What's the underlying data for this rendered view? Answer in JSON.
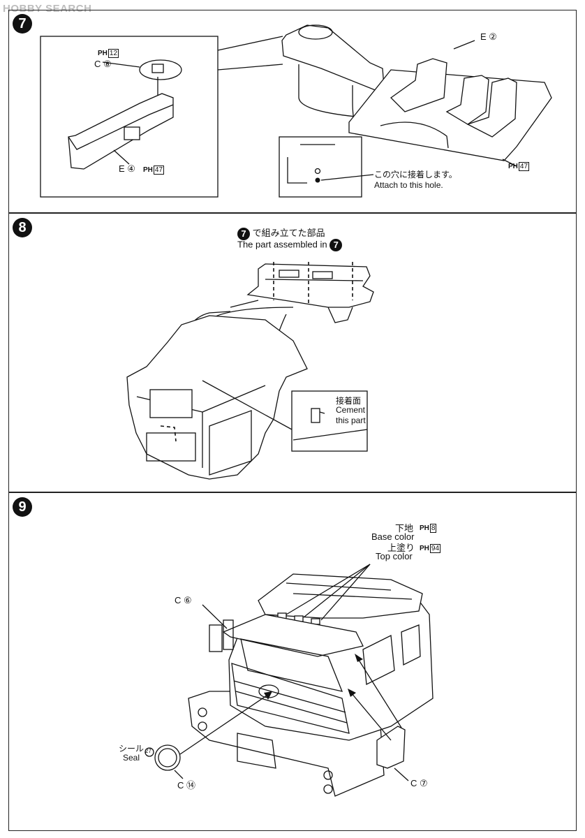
{
  "watermark": "HOBBY SEARCH",
  "steps": {
    "s7": {
      "number": "7",
      "part_c8": "C ⑧",
      "part_e4": "E ④",
      "part_e2": "E ②",
      "ph": "PH",
      "ph12": "12",
      "ph47a": "47",
      "ph47b": "47",
      "hole_jp": "この穴に接着します。",
      "hole_en": "Attach to this hole."
    },
    "s8": {
      "number": "8",
      "assembled_jp": "で組み立てた部品",
      "assembled_en": "The part assembled in",
      "ref": "7",
      "cement_jp": "接着面",
      "cement_en1": "Cement",
      "cement_en2": "this part"
    },
    "s9": {
      "number": "9",
      "base_jp": "下地",
      "base_en": "Base color",
      "top_jp": "上塗り",
      "top_en": "Top color",
      "ph8": "8",
      "ph94": "94",
      "part_c6": "C ⑥",
      "part_c7": "C ⑦",
      "part_c14": "C ⑭",
      "seal_jp": "シール",
      "seal_en": "Seal",
      "seal_no": "27"
    }
  }
}
